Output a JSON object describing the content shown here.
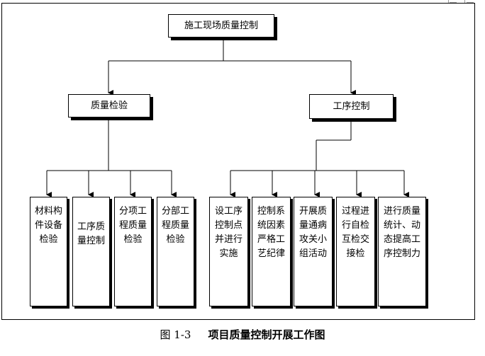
{
  "root": "施工现场质量控制",
  "left": {
    "label": "质量检验",
    "children": [
      "材料构\n件设备\n检验",
      "工序质\n量控制",
      "分项工\n程质量\n检验",
      "分部工\n程质量\n检验"
    ]
  },
  "right": {
    "label": "工序控制",
    "children": [
      "设工序\n控制点\n并进行\n实施",
      "控制系\n统因素\n严格工\n艺纪律",
      "开展质\n量通病\n攻关小\n组活动",
      "过程进\n行自检\n互检交\n接检",
      "进行质量\n统计、动\n态提高工\n序控制力"
    ]
  },
  "caption": {
    "number": "图 1-3",
    "title": "项目质量控制开展工作图"
  }
}
